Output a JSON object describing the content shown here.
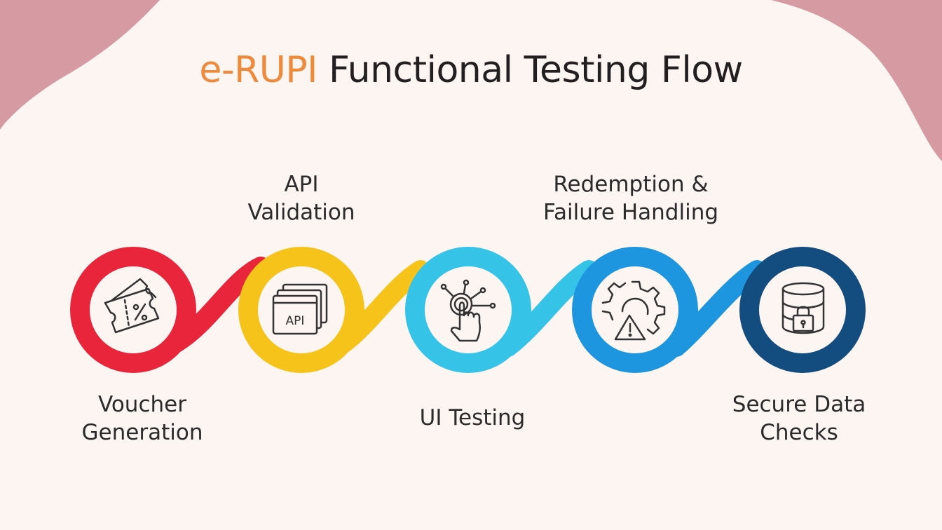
{
  "title": {
    "accent_text": "e-RUPI",
    "main_text": "Functional Testing Flow"
  },
  "steps": [
    {
      "line1": "Voucher",
      "line2": "Generation",
      "icon": "voucher-icon",
      "color": "#e8253b"
    },
    {
      "line1": "API",
      "line2": "Validation",
      "icon": "api-icon",
      "color": "#f6c31a"
    },
    {
      "line1": "UI Testing",
      "line2": "",
      "icon": "touch-icon",
      "color": "#35c3e8"
    },
    {
      "line1": "Redemption &",
      "line2": "Failure Handling",
      "icon": "gear-warning-icon",
      "color": "#1d95df"
    },
    {
      "line1": "Secure Data",
      "line2": "Checks",
      "icon": "database-lock-icon",
      "color": "#134c7f"
    }
  ],
  "icon_text": {
    "api": "API"
  },
  "colors": {
    "background": "#fcf5f2",
    "blob": "#d59aa2",
    "accent": "#ee8a3c",
    "text": "#231f20"
  }
}
